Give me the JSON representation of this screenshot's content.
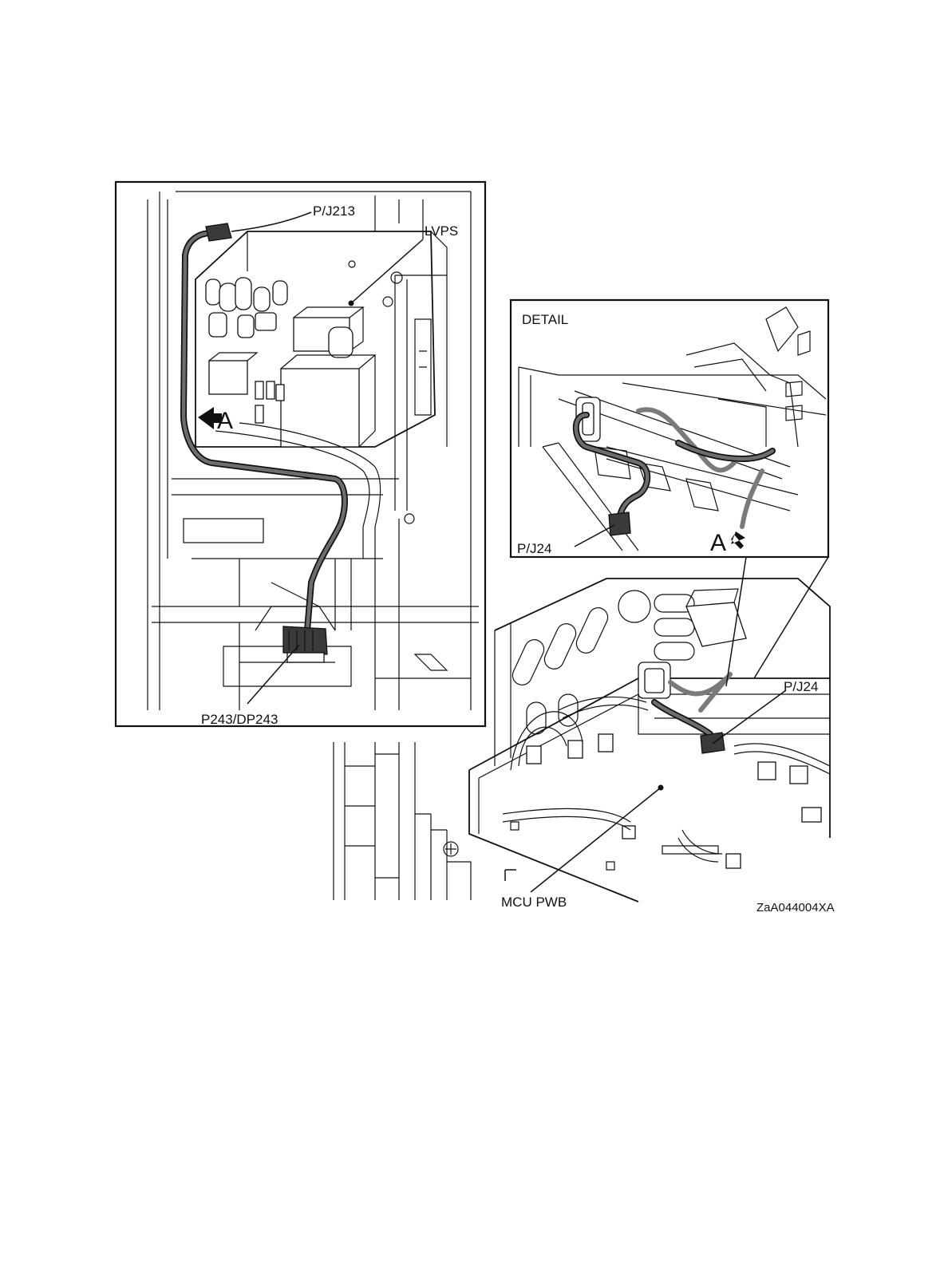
{
  "labels": {
    "pj213": "P/J213",
    "lvps": "LVPS",
    "arrow_a": "A",
    "p243": "P243/DP243",
    "detail": "DETAIL",
    "pj24_detail": "P/J24",
    "arrow_a_detail": "A",
    "pj24_main": "P/J24",
    "mcu_pwb": "MCU PWB",
    "figure_code": "ZaA044004XA"
  },
  "colors": {
    "line": "#111111",
    "harness": "#3a3a3a",
    "harness_core": "#6d6d6d",
    "background": "#ffffff"
  }
}
